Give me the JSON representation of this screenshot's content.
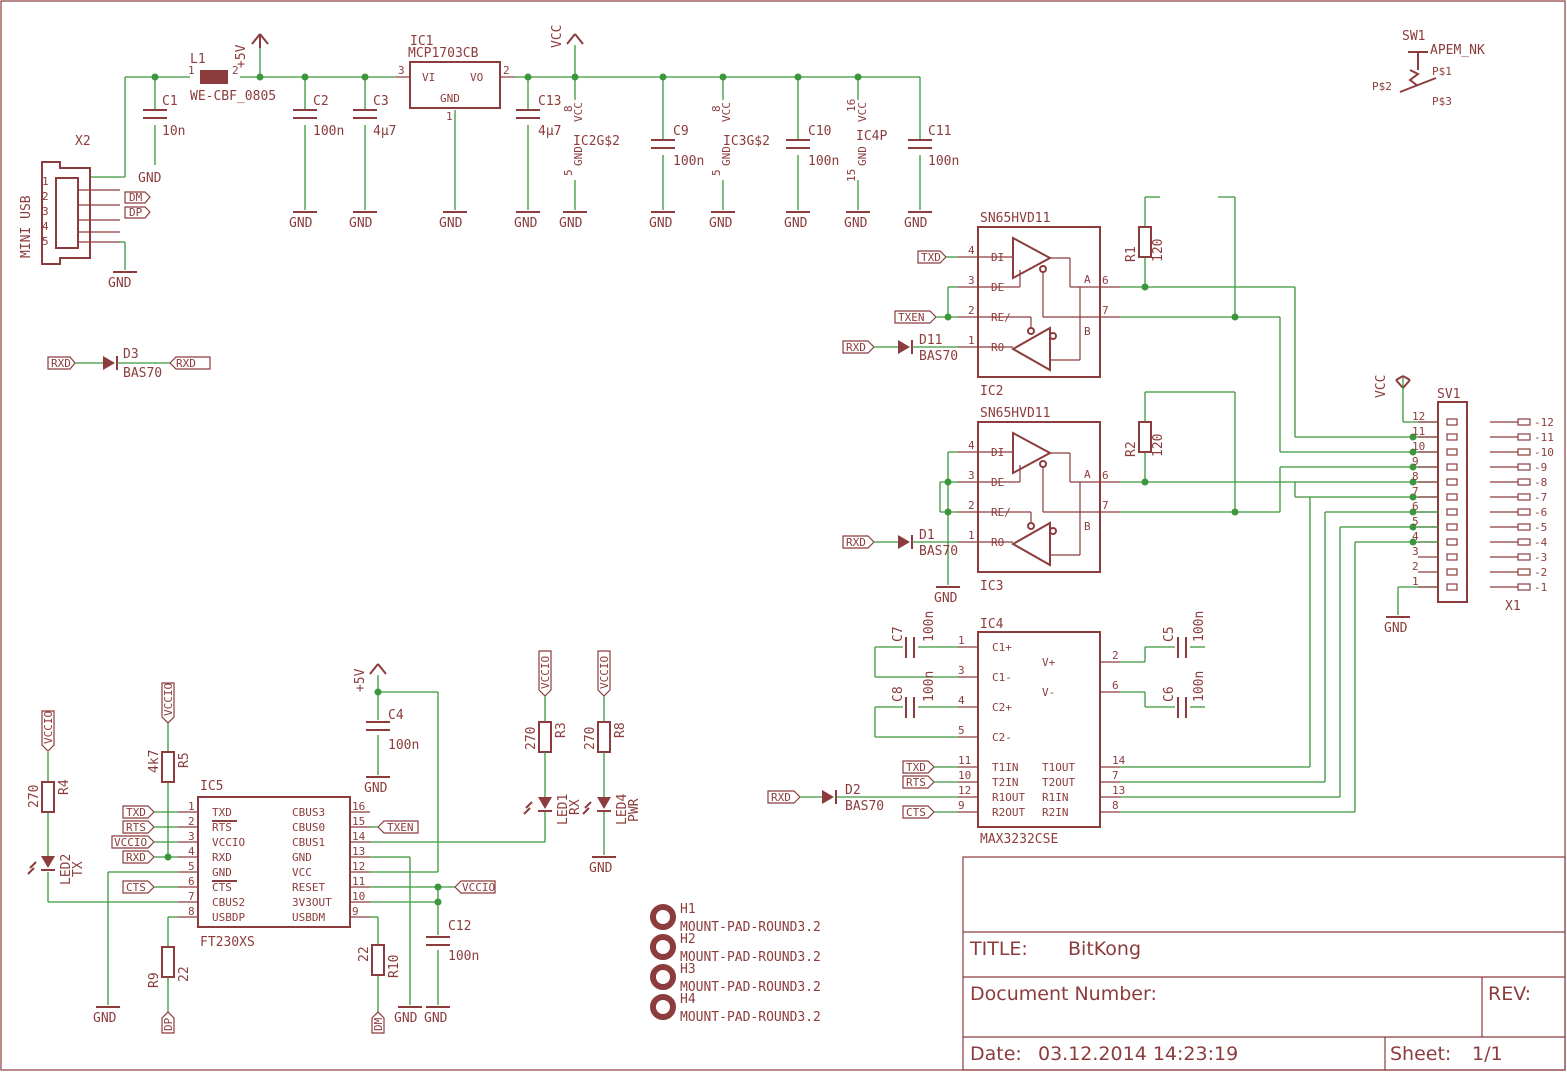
{
  "title_block": {
    "title_label": "TITLE:",
    "title": "BitKong",
    "doc_label": "Document Number:",
    "rev_label": "REV:",
    "date_label": "Date:",
    "date": "03.12.2014 14:23:19",
    "sheet_label": "Sheet:",
    "sheet": "1/1"
  },
  "power": {
    "plus5v": "+5V",
    "vcc": "VCC",
    "gnd": "GND"
  },
  "connectors": {
    "x2_name": "X2",
    "x2_value": "MINI USB",
    "x2_pins": [
      "1",
      "2",
      "3",
      "4",
      "5"
    ],
    "sv1_name": "SV1",
    "sv1_pins": [
      "12",
      "11",
      "10",
      "9",
      "8",
      "7",
      "6",
      "5",
      "4",
      "3",
      "2",
      "1"
    ],
    "x1_name": "X1",
    "x1_pins": [
      "-12",
      "-11",
      "-10",
      "-9",
      "-8",
      "-7",
      "-6",
      "-5",
      "-4",
      "-3",
      "-2",
      "-1"
    ]
  },
  "switch": {
    "name": "SW1",
    "value": "APEM_NK",
    "p1": "P$1",
    "p2": "P$2",
    "p3": "P$3"
  },
  "passives": {
    "l1": {
      "name": "L1",
      "value": "WE-CBF_0805",
      "pin1": "1",
      "pin2": "2"
    },
    "c1": {
      "name": "C1",
      "value": "10n"
    },
    "c2": {
      "name": "C2",
      "value": "100n"
    },
    "c3": {
      "name": "C3",
      "value": "4µ7"
    },
    "c13": {
      "name": "C13",
      "value": "4µ7"
    },
    "c9": {
      "name": "C9",
      "value": "100n"
    },
    "c10": {
      "name": "C10",
      "value": "100n"
    },
    "c11": {
      "name": "C11",
      "value": "100n"
    },
    "c4": {
      "name": "C4",
      "value": "100n"
    },
    "c12": {
      "name": "C12",
      "value": "100n"
    },
    "c5": {
      "name": "C5",
      "value": "100n"
    },
    "c6": {
      "name": "C6",
      "value": "100n"
    },
    "c7": {
      "name": "C7",
      "value": "100n"
    },
    "c8": {
      "name": "C8",
      "value": "100n"
    },
    "r1": {
      "name": "R1",
      "value": "120"
    },
    "r2": {
      "name": "R2",
      "value": "120"
    },
    "r3": {
      "name": "R3",
      "value": "270"
    },
    "r4": {
      "name": "R4",
      "value": "270"
    },
    "r5": {
      "name": "R5",
      "value": "4k7"
    },
    "r8": {
      "name": "R8",
      "value": "270"
    },
    "r9": {
      "name": "R9",
      "value": "22"
    },
    "r10": {
      "name": "R10",
      "value": "22"
    }
  },
  "diodes": {
    "d1": {
      "name": "D1",
      "value": "BAS70"
    },
    "d2": {
      "name": "D2",
      "value": "BAS70"
    },
    "d3": {
      "name": "D3",
      "value": "BAS70"
    },
    "d11": {
      "name": "D11",
      "value": "BAS70"
    },
    "led1": {
      "name": "LED1",
      "value": "RX"
    },
    "led2": {
      "name": "LED2",
      "value": "TX"
    },
    "led4": {
      "name": "LED4",
      "value": "PWR"
    }
  },
  "ic1": {
    "name": "IC1",
    "value": "MCP1703CB",
    "pin_vi": "VI",
    "pin_vo": "VO",
    "pin_gnd": "GND",
    "num1": "1",
    "num2": "2",
    "num3": "3"
  },
  "gates": {
    "ic2g": "IC2G$2",
    "ic3g": "IC3G$2",
    "ic4p": "IC4P",
    "n8": "8",
    "n5": "5",
    "n16": "16",
    "n15": "15",
    "vcc_small": "VCC",
    "gnd_small": "GND"
  },
  "ic2": {
    "name": "IC2",
    "value": "SN65HVD11",
    "pins": [
      "DI",
      "DE",
      "RE/",
      "RO",
      "A",
      "B"
    ],
    "nums": [
      "4",
      "3",
      "2",
      "1",
      "6",
      "7"
    ]
  },
  "ic3": {
    "name": "IC3",
    "value": "SN65HVD11",
    "pins": [
      "DI",
      "DE",
      "RE/",
      "RO",
      "A",
      "B"
    ],
    "nums": [
      "4",
      "3",
      "2",
      "1",
      "6",
      "7"
    ]
  },
  "ic4": {
    "name": "IC4",
    "value": "MAX3232CSE",
    "left_pins": [
      "C1+",
      "C1-",
      "C2+",
      "C2-",
      "T1IN",
      "T2IN",
      "R1OUT",
      "R2OUT"
    ],
    "left_nums": [
      "1",
      "3",
      "4",
      "5",
      "11",
      "10",
      "12",
      "9"
    ],
    "right_pins": [
      "V+",
      "V-",
      "T1OUT",
      "T2OUT",
      "R1IN",
      "R2IN"
    ],
    "right_nums": [
      "2",
      "6",
      "14",
      "7",
      "13",
      "8"
    ]
  },
  "ic5": {
    "name": "IC5",
    "value": "FT230XS",
    "left_pins": [
      "TXD",
      "RTS",
      "VCCIO",
      "RXD",
      "GND",
      "CTS",
      "CBUS2",
      "USBDP"
    ],
    "left_nums": [
      "1",
      "2",
      "3",
      "4",
      "5",
      "6",
      "7",
      "8"
    ],
    "right_pins": [
      "CBUS3",
      "CBUS0",
      "CBUS1",
      "GND",
      "VCC",
      "RESET",
      "3V3OUT",
      "USBDM"
    ],
    "right_nums": [
      "16",
      "15",
      "14",
      "13",
      "12",
      "11",
      "10",
      "9"
    ]
  },
  "net_labels": {
    "dm": "DM",
    "dp": "DP",
    "txd": "TXD",
    "rxd": "RXD",
    "rxd_": "RXD_",
    "txen": "TXEN",
    "rts": "RTS",
    "cts": "CTS",
    "vccio": "VCCIO"
  },
  "mounting": {
    "h1": "H1",
    "h2": "H2",
    "h3": "H3",
    "h4": "H4",
    "value": "MOUNT-PAD-ROUND3.2"
  }
}
